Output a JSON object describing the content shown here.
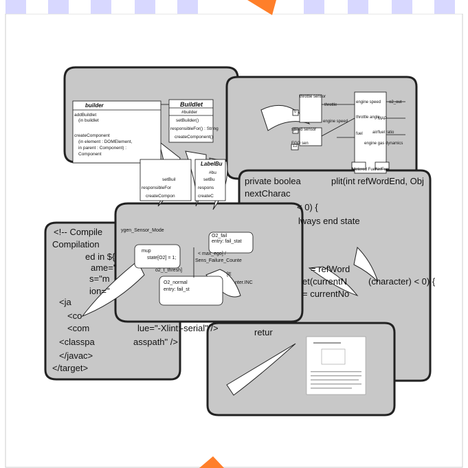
{
  "page": {
    "colors": {
      "background": "#ffffff",
      "header_bar": "#d8d8ff",
      "frame_line": "#cccccc",
      "panel_fill": "#c8c8c8",
      "panel_stroke": "#222222",
      "accent": "#ff7f2a"
    }
  },
  "collage": {
    "uml": {
      "title": "Buildlet",
      "left_box": [
        "builder",
        "addBuildlet",
        "(in buildlet",
        "createComponent",
        "(in element : DOMElement,",
        "in parent : Component) :",
        "Component"
      ],
      "attr": "#builder",
      "methods": [
        "setBuilder()",
        "responsibleFor() : String",
        "createComponent()"
      ],
      "label_b": "LabelBu",
      "bottom_left": [
        "setBuil",
        "responsibleFor",
        "createCompon"
      ],
      "bottom_right": [
        "#bu",
        "setBu",
        "respons",
        "createC"
      ]
    },
    "simulink": {
      "blocks": [
        "throttle sensor",
        "throttle",
        "engine speed",
        "speed sensor",
        "EGO sen",
        "throttle angle",
        "engine speed",
        "MAP",
        "fuel",
        "air/fuel ratio",
        "o2_out",
        "engine gas dynamics",
        "Metered Fuel",
        "Air/Fuel"
      ],
      "numbers": [
        "0",
        "12",
        "0"
      ]
    },
    "java_code": [
      "private boolea",
      "nextCharac",
      "< 0) {",
      "lways end state",
      "plit(int refWordEnd, Obj",
      "= refWord",
      "et(currentN",
      "(character) < 0) {",
      "= currentNo",
      "retur"
    ],
    "xml_code": [
      "<!-- Compile",
      "Compilation",
      "ed in ${",
      "ame=\"",
      "s=\"m",
      "ion=\"",
      "<ja",
      "<co",
      "<com",
      "lue=\"-Xlint:-serial\" />",
      "<classpa",
      "asspath\" />",
      "</javac>",
      "</target>"
    ],
    "statechart": [
      "ygen_Sensor_Mode",
      "mup",
      "state[O2] = 1;",
      "o2_t_thresh]",
      "O2_fail",
      "entry: fail_stat",
      "< max_ego] /",
      "Sens_Failure_Counte",
      "O2_normal",
      "entry: fail_st",
      "[E",
      "nter.INC"
    ]
  }
}
